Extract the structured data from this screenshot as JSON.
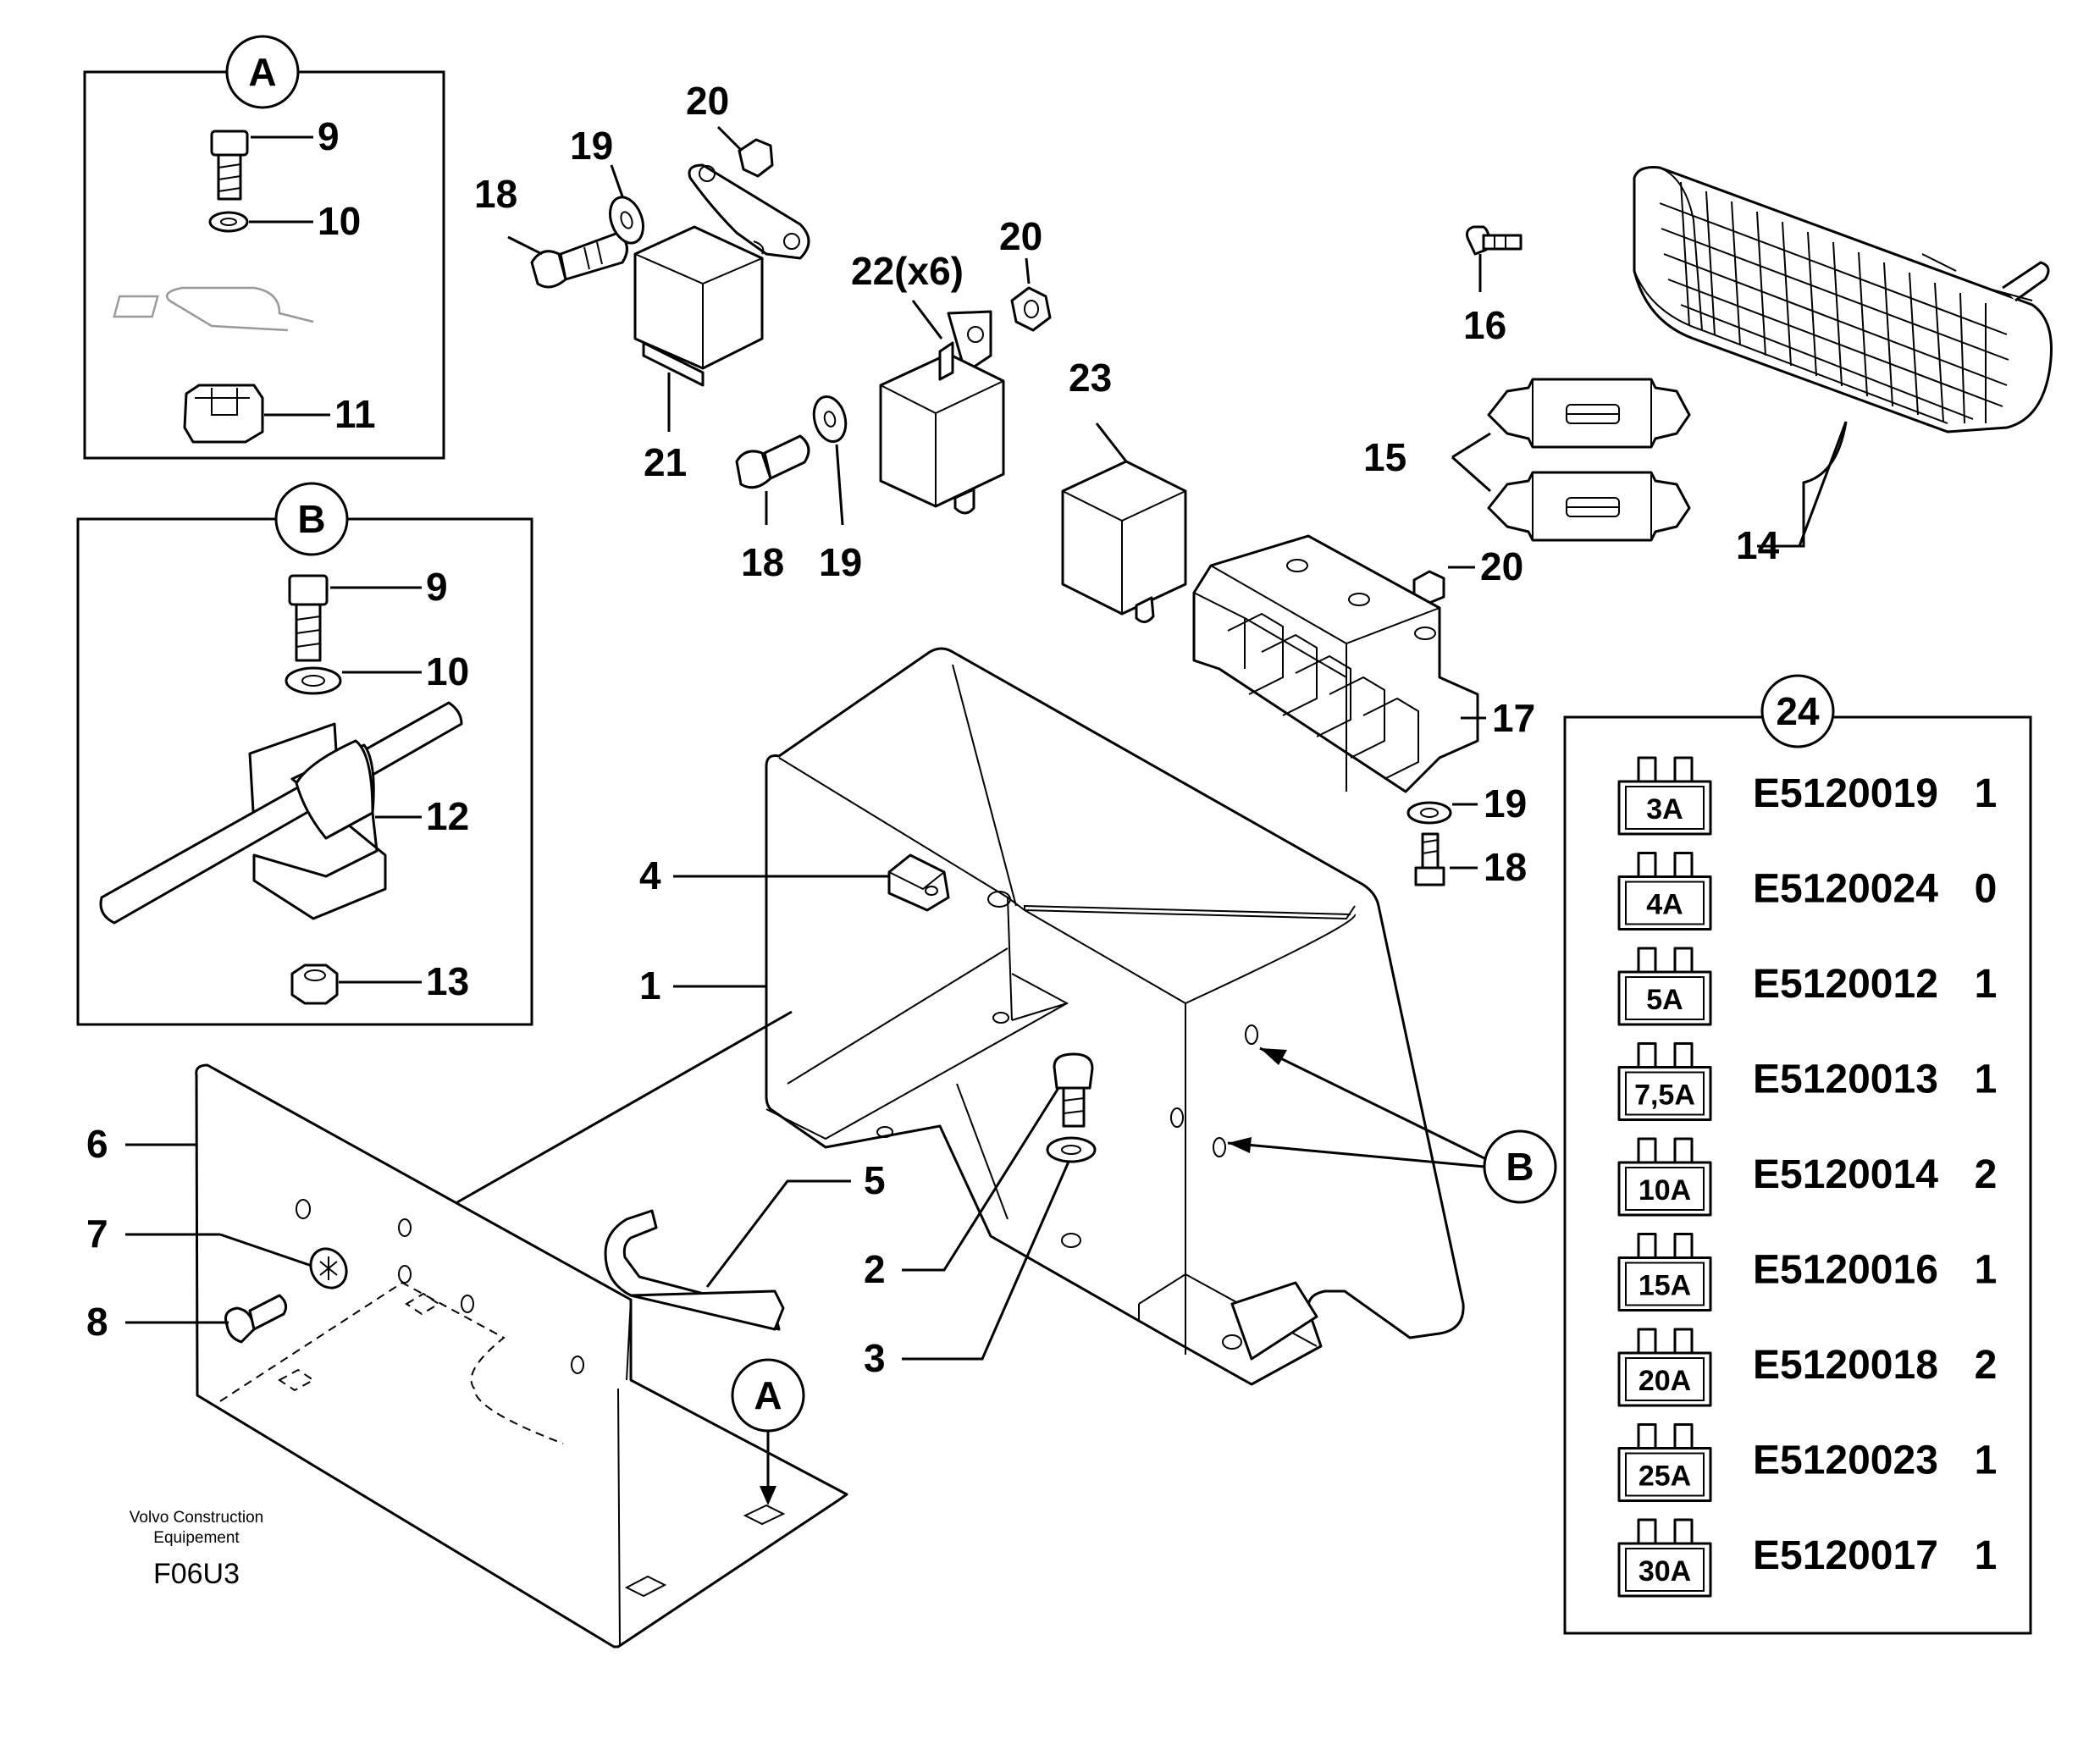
{
  "figure_id": "F06U3",
  "brand_lines": [
    "Volvo Construction",
    "Equipement"
  ],
  "detail_A": {
    "callout": "A",
    "labels": [
      "9",
      "10",
      "11"
    ]
  },
  "detail_B": {
    "callout": "B",
    "labels": [
      "9",
      "10",
      "12",
      "13"
    ]
  },
  "main_callouts": {
    "A": "A",
    "B": "B"
  },
  "part_labels": {
    "p1": "1",
    "p2": "2",
    "p3": "3",
    "p4": "4",
    "p5": "5",
    "p6": "6",
    "p7": "7",
    "p8": "8",
    "p14": "14",
    "p15": "15",
    "p16": "16",
    "p17": "17",
    "p18a": "18",
    "p18b": "18",
    "p18c": "18",
    "p19a": "19",
    "p19b": "19",
    "p19c": "19",
    "p20a": "20",
    "p20b": "20",
    "p20c": "20",
    "p21": "21",
    "p22": "22(x6)",
    "p23": "23"
  },
  "fuse_table": {
    "callout": "24",
    "rows": [
      {
        "amp": "3A",
        "code": "E5120019",
        "qty": "1"
      },
      {
        "amp": "4A",
        "code": "E5120024",
        "qty": "0"
      },
      {
        "amp": "5A",
        "code": "E5120012",
        "qty": "1"
      },
      {
        "amp": "7,5A",
        "code": "E5120013",
        "qty": "1"
      },
      {
        "amp": "10A",
        "code": "E5120014",
        "qty": "2"
      },
      {
        "amp": "15A",
        "code": "E5120016",
        "qty": "1"
      },
      {
        "amp": "20A",
        "code": "E5120018",
        "qty": "2"
      },
      {
        "amp": "25A",
        "code": "E5120023",
        "qty": "1"
      },
      {
        "amp": "30A",
        "code": "E5120017",
        "qty": "1"
      }
    ]
  }
}
